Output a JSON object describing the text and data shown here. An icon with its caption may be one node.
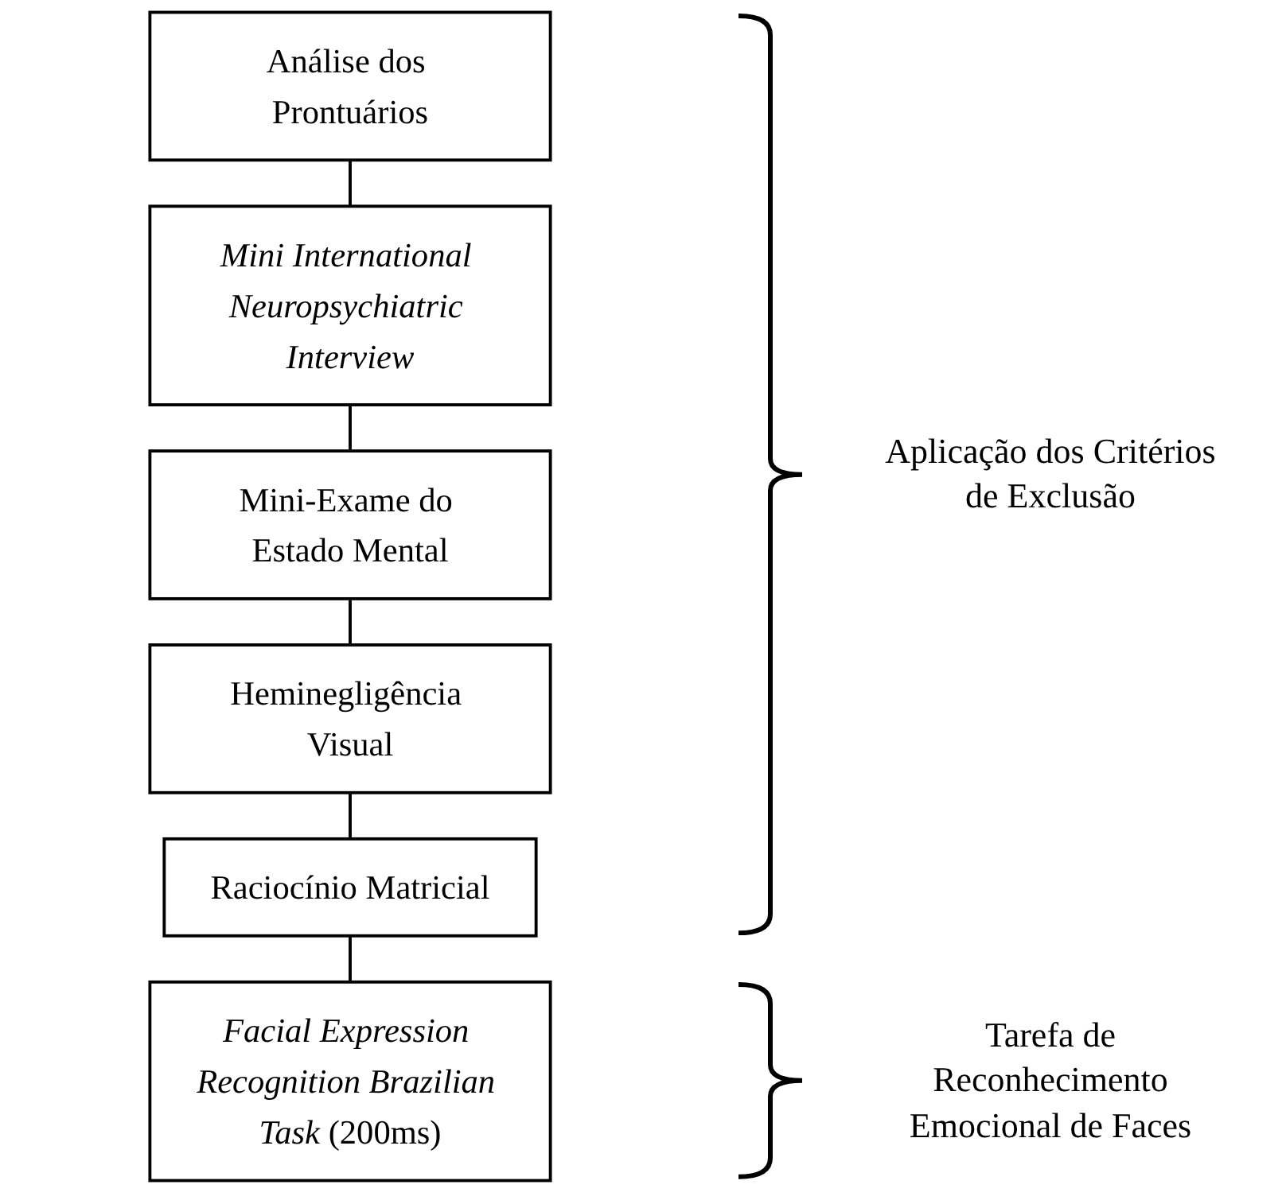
{
  "diagram": {
    "nodes": [
      {
        "text": [
          "Análise dos Prontuários"
        ]
      },
      {
        "text": [
          "Mini International Neuropsychiatric Interview"
        ]
      },
      {
        "text": [
          "Mini-Exame do Estado Mental"
        ]
      },
      {
        "text": [
          "Heminegligência Visual"
        ]
      },
      {
        "text": [
          "Raciocínio Matricial"
        ]
      },
      {
        "text": [
          "*Facial Expression Recognition Brazilian Task* (200ms)"
        ]
      }
    ],
    "edges": [
      {
        "from": 0,
        "to": 1,
        "arrow": "none"
      },
      {
        "from": 1,
        "to": 2,
        "arrow": "none"
      },
      {
        "from": 2,
        "to": 3,
        "arrow": "none"
      },
      {
        "from": 3,
        "to": 4,
        "arrow": "none"
      },
      {
        "from": 4,
        "to": 5,
        "arrow": "none"
      }
    ],
    "labels": [
      "Aplicação dos Critérios de Exclusão",
      "Tarefa de Reconhecimento Emocional de Faces"
    ]
  }
}
